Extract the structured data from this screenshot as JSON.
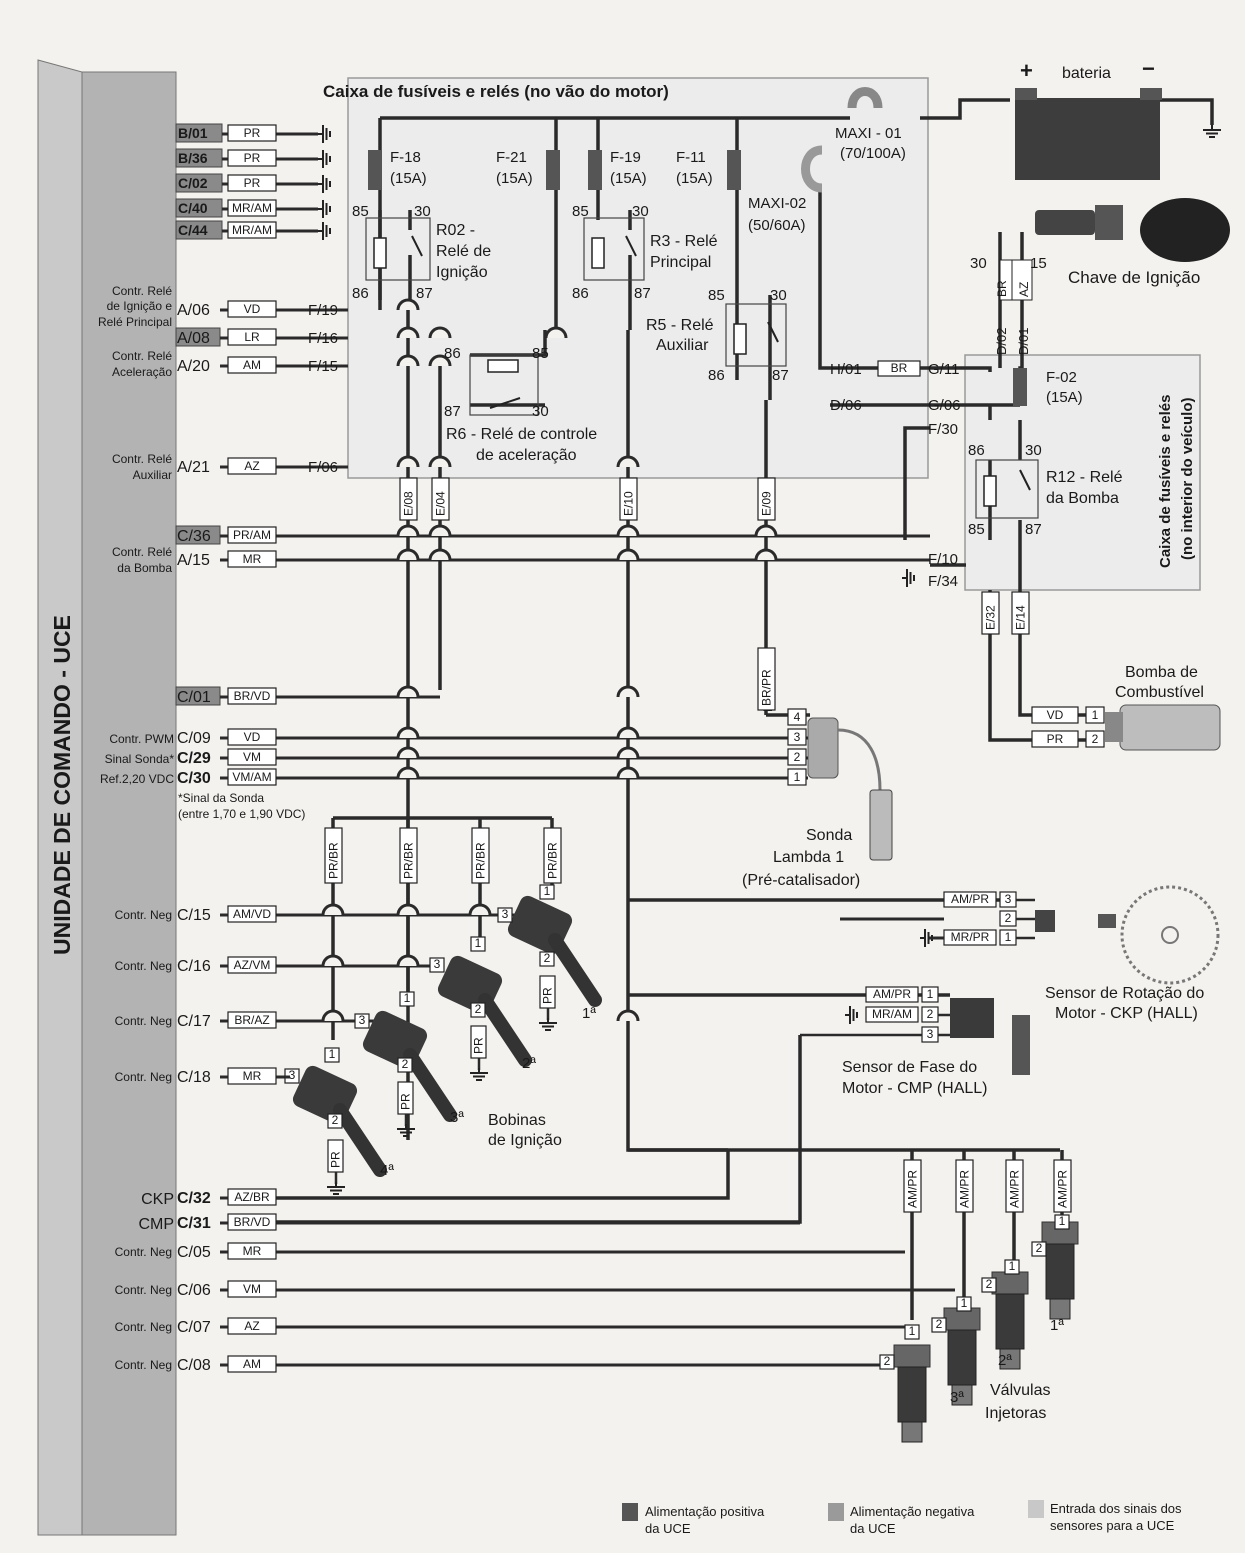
{
  "uce": {
    "title": "UNIDADE DE COMANDO - UCE",
    "pins_top": [
      {
        "pin": "B/01",
        "color": "PR",
        "shaded": true
      },
      {
        "pin": "B/36",
        "color": "PR",
        "shaded": true
      },
      {
        "pin": "C/02",
        "color": "PR",
        "shaded": true
      },
      {
        "pin": "C/40",
        "color": "MR/AM",
        "shaded": true
      },
      {
        "pin": "C/44",
        "color": "MR/AM",
        "shaded": true
      }
    ],
    "pins_main": [
      {
        "pin": "A/06",
        "color": "VD",
        "fuse": "F/19",
        "shaded": false
      },
      {
        "pin": "A/08",
        "color": "LR",
        "fuse": "F/16",
        "shaded": true
      },
      {
        "pin": "A/20",
        "color": "AM",
        "fuse": "F/15",
        "shaded": false
      },
      {
        "pin": "A/21",
        "color": "AZ",
        "fuse": "F/06",
        "shaded": false
      },
      {
        "pin": "C/36",
        "color": "PR/AM",
        "fuse": "",
        "shaded": true
      },
      {
        "pin": "A/15",
        "color": "MR",
        "fuse": "",
        "shaded": false
      },
      {
        "pin": "C/01",
        "color": "BR/VD",
        "fuse": "",
        "shaded": true
      },
      {
        "pin": "C/09",
        "color": "VD",
        "fuse": "",
        "shaded": false
      },
      {
        "pin": "C/29",
        "color": "VM",
        "fuse": "",
        "shaded": false
      },
      {
        "pin": "C/30",
        "color": "VM/AM",
        "fuse": "",
        "shaded": false
      },
      {
        "pin": "C/15",
        "color": "AM/VD",
        "fuse": "",
        "shaded": false
      },
      {
        "pin": "C/16",
        "color": "AZ/VM",
        "fuse": "",
        "shaded": false
      },
      {
        "pin": "C/17",
        "color": "BR/AZ",
        "fuse": "",
        "shaded": false
      },
      {
        "pin": "C/18",
        "color": "MR",
        "fuse": "",
        "shaded": false
      },
      {
        "pin": "C/32",
        "color": "AZ/BR",
        "fuse": "",
        "shaded": false
      },
      {
        "pin": "C/31",
        "color": "BR/VD",
        "fuse": "",
        "shaded": false
      },
      {
        "pin": "C/05",
        "color": "MR",
        "fuse": "",
        "shaded": false
      },
      {
        "pin": "C/06",
        "color": "VM",
        "fuse": "",
        "shaded": false
      },
      {
        "pin": "C/07",
        "color": "AZ",
        "fuse": "",
        "shaded": false
      },
      {
        "pin": "C/08",
        "color": "AM",
        "fuse": "",
        "shaded": false
      }
    ],
    "pin_labels": {
      "a06": [
        "Contr. Relé",
        "de Ignição e",
        "Relé Principal"
      ],
      "a20": [
        "Contr. Relé",
        "Aceleração"
      ],
      "a21": [
        "Contr. Relé",
        "Auxiliar"
      ],
      "a15": [
        "Contr. Relé",
        "da Bomba"
      ],
      "c09": "Contr. PWM",
      "c29": "Sinal Sonda*",
      "c30": "Ref.2,20 VDC",
      "neg": "Contr. Neg",
      "ckp": "CKP",
      "cmp": "CMP"
    },
    "sonda_note": [
      "*Sinal da Sonda",
      "(entre 1,70 e 1,90 VDC)"
    ]
  },
  "fusebox_engine": {
    "title": "Caixa de fusíveis e relés (no vão do motor)",
    "fuses": [
      {
        "name": "F-18",
        "rating": "(15A)"
      },
      {
        "name": "F-21",
        "rating": "(15A)"
      },
      {
        "name": "F-19",
        "rating": "(15A)"
      },
      {
        "name": "F-11",
        "rating": "(15A)"
      }
    ],
    "maxi01": {
      "name": "MAXI - 01",
      "rating": "(70/100A)"
    },
    "maxi02": {
      "name": "MAXI-02",
      "rating": "(50/60A)"
    },
    "relays": [
      {
        "label1": "R02 -",
        "label2": "Relé de",
        "label3": "Ignição"
      },
      {
        "label1": "R3 - Relé",
        "label2": "Principal",
        "label3": ""
      },
      {
        "label1": "R5 - Relé",
        "label2": "Auxiliar",
        "label3": ""
      },
      {
        "label1": "R6 - Relé de controle",
        "label2": "de aceleração",
        "label3": ""
      }
    ],
    "terminals": {
      "t85": "85",
      "t86": "86",
      "t30": "30",
      "t87": "87"
    },
    "e_pins": [
      "E/08",
      "E/04",
      "E/10",
      "E/09"
    ],
    "out_pins": [
      "H/01",
      "D/06"
    ]
  },
  "battery": {
    "label": "bateria",
    "plus": "+",
    "minus": "−"
  },
  "ignition_switch": {
    "label": "Chave de Ignição",
    "t30": "30",
    "t15": "15",
    "w30": "BR",
    "w15": "AZ",
    "d02": "D/02",
    "d01": "D/01"
  },
  "fusebox_interior": {
    "title1": "Caixa de fusíveis e relés",
    "title2": "(no interior do veículo)",
    "fuse": {
      "name": "F-02",
      "rating": "(15A)"
    },
    "relay": {
      "label1": "R12 - Relé",
      "label2": "da Bomba"
    },
    "pins": [
      "G/11",
      "G/06",
      "F/30",
      "F/10",
      "F/34",
      "E/32",
      "E/14"
    ],
    "h01_color": "BR"
  },
  "fuel_pump": {
    "label1": "Bomba de",
    "label2": "Combustível",
    "wires": [
      {
        "color": "VD",
        "pin": "1"
      },
      {
        "color": "PR",
        "pin": "2"
      }
    ]
  },
  "lambda": {
    "label1": "Sonda",
    "label2": "Lambda 1",
    "label3": "(Pré-catalisador)",
    "wire": "BR/PR",
    "pins": [
      "4",
      "3",
      "2",
      "1"
    ]
  },
  "coils": {
    "label1": "Bobinas",
    "label2": "de Ignição",
    "supply": "PR/BR",
    "ground": "PR",
    "numbers": [
      "1ª",
      "2ª",
      "3ª",
      "4ª"
    ],
    "pins": [
      "1",
      "2",
      "3"
    ]
  },
  "ckp": {
    "label1": "Sensor de Rotação do",
    "label2": "Motor - CKP (HALL)",
    "wires": [
      {
        "color": "AM/PR",
        "pin": "3"
      },
      {
        "color": "",
        "pin": "2"
      },
      {
        "color": "MR/PR",
        "pin": "1"
      }
    ]
  },
  "cmp": {
    "label1": "Sensor de Fase do",
    "label2": "Motor - CMP (HALL)",
    "wires": [
      {
        "color": "AM/PR",
        "pin": "1"
      },
      {
        "color": "MR/AM",
        "pin": "2"
      },
      {
        "color": "",
        "pin": "3"
      }
    ]
  },
  "injectors": {
    "label1": "Válvulas",
    "label2": "Injetoras",
    "supply": "AM/PR",
    "numbers": [
      "1ª",
      "2ª",
      "3ª"
    ],
    "pins": [
      "1",
      "2"
    ]
  },
  "legend": [
    {
      "line1": "Alimentação positiva",
      "line2": "da UCE",
      "color": "#555555"
    },
    {
      "line1": "Alimentação negativa",
      "line2": "da UCE",
      "color": "#9a9a9a"
    },
    {
      "line1": "Entrada dos sinais dos",
      "line2": "sensores para a UCE",
      "color": "#c8c8c8"
    }
  ]
}
